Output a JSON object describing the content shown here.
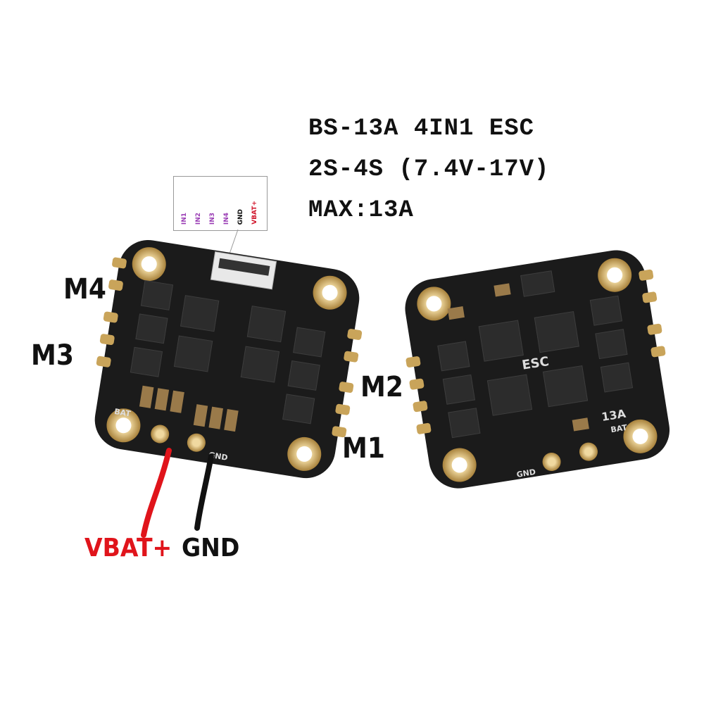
{
  "specs": {
    "line1": "BS-13A 4IN1 ESC",
    "line2": "2S-4S (7.4V-17V)",
    "line3": "MAX:13A"
  },
  "motor_labels": {
    "m1": "M1",
    "m2": "M2",
    "m3": "M3",
    "m4": "M4"
  },
  "connector_pins": [
    "IN1",
    "IN2",
    "IN3",
    "IN4",
    "GND",
    "VBAT+"
  ],
  "wire_labels": {
    "vbat": "VBAT+",
    "gnd": "GND"
  },
  "board_text": {
    "front_bat": "BAT",
    "front_gnd": "GND",
    "back_esc": "ESC",
    "back_rating": "13A",
    "back_bat": "BAT",
    "back_gnd": "GND"
  },
  "colors": {
    "pcb": "#1b1b1b",
    "pad_gold": "#c9a45a",
    "chip": "#2c2c2c",
    "wire_red": "#e0141b",
    "wire_black": "#111111",
    "pin_purple": "#9b3fb5",
    "pin_red": "#d0142a"
  }
}
